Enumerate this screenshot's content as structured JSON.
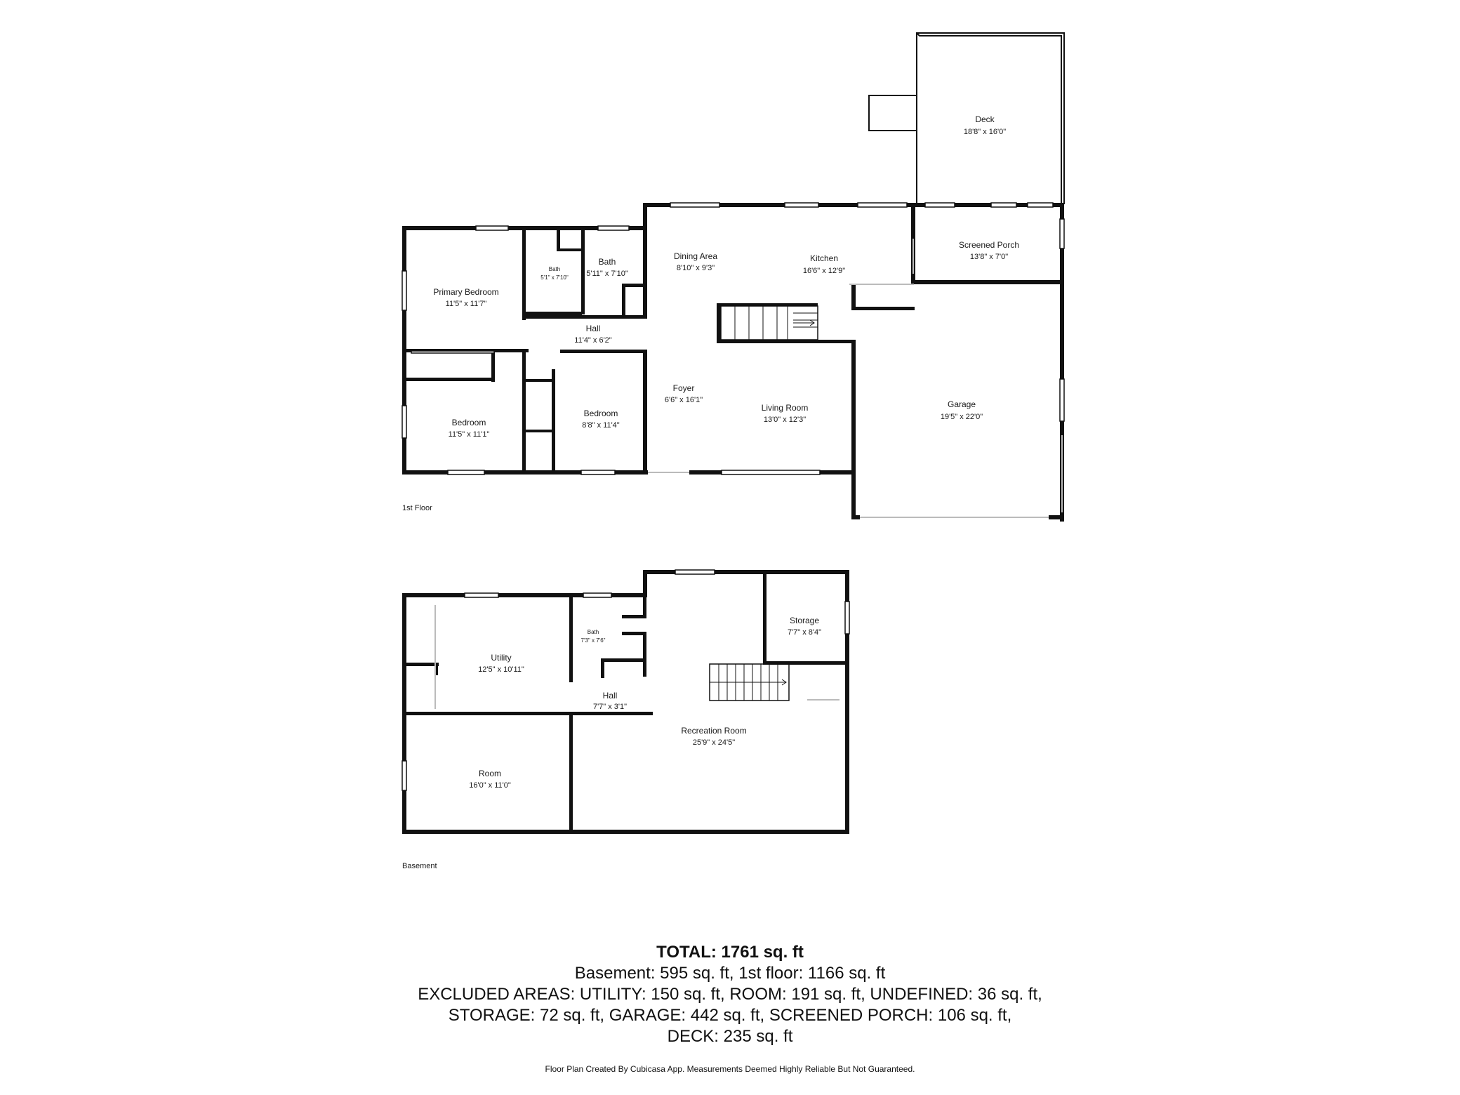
{
  "rooms_first_floor": {
    "deck": {
      "name": "Deck",
      "dim": "18'8\" x 16'0\""
    },
    "dining": {
      "name": "Dining Area",
      "dim": "8'10\" x 9'3\""
    },
    "kitchen": {
      "name": "Kitchen",
      "dim": "16'6\" x 12'9\""
    },
    "screened_porch": {
      "name": "Screened Porch",
      "dim": "13'8\" x 7'0\""
    },
    "primary_bedroom": {
      "name": "Primary Bedroom",
      "dim": "11'5\" x 11'7\""
    },
    "bath_small": {
      "name": "Bath",
      "dim": "5'1\" x 7'10\""
    },
    "bath": {
      "name": "Bath",
      "dim": "5'11\" x 7'10\""
    },
    "hall": {
      "name": "Hall",
      "dim": "11'4\" x 6'2\""
    },
    "bedroom_left": {
      "name": "Bedroom",
      "dim": "11'5\" x 11'1\""
    },
    "bedroom_mid": {
      "name": "Bedroom",
      "dim": "8'8\" x 11'4\""
    },
    "foyer": {
      "name": "Foyer",
      "dim": "6'6\" x 16'1\""
    },
    "living": {
      "name": "Living Room",
      "dim": "13'0\" x 12'3\""
    },
    "garage": {
      "name": "Garage",
      "dim": "19'5\" x 22'0\""
    }
  },
  "rooms_basement": {
    "utility": {
      "name": "Utility",
      "dim": "12'5\" x 10'11\""
    },
    "bath": {
      "name": "Bath",
      "dim": "7'3\" x 7'6\""
    },
    "storage": {
      "name": "Storage",
      "dim": "7'7\" x 8'4\""
    },
    "hall": {
      "name": "Hall",
      "dim": "7'7\" x 3'1\""
    },
    "recreation": {
      "name": "Recreation Room",
      "dim": "25'9\" x 24'5\""
    },
    "room": {
      "name": "Room",
      "dim": "16'0\" x 11'0\""
    }
  },
  "floor_labels": {
    "first": "1st Floor",
    "basement": "Basement"
  },
  "summary": {
    "total": "TOTAL: 1761 sq. ft",
    "line1": "Basement: 595 sq. ft, 1st floor: 1166 sq. ft",
    "line2": "EXCLUDED AREAS: UTILITY: 150 sq. ft, ROOM: 191 sq. ft, UNDEFINED: 36 sq. ft,",
    "line3": "STORAGE: 72 sq. ft, GARAGE: 442 sq. ft, SCREENED PORCH: 106 sq. ft,",
    "line4": "DECK: 235 sq. ft"
  },
  "footer": "Floor Plan Created By Cubicasa App. Measurements Deemed Highly Reliable But Not Guaranteed."
}
